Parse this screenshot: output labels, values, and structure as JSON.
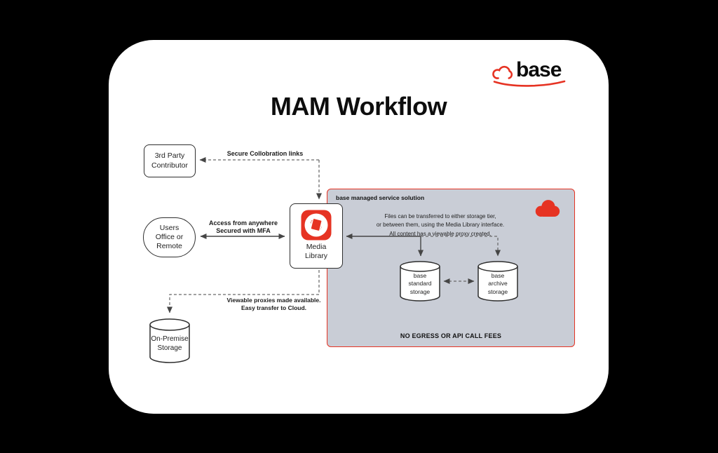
{
  "title": "MAM Workflow",
  "logo": {
    "text": "base"
  },
  "nodes": {
    "third_party": {
      "label": "3rd Party\nContributor"
    },
    "users": {
      "label": "Users\nOffice or\nRemote"
    },
    "on_premise": {
      "label": "On-Premise\nStorage"
    },
    "media_library": {
      "label": "Media\nLibrary"
    },
    "standard_storage": {
      "label": "base\nstandard\nstorage"
    },
    "archive_storage": {
      "label": "base\narchive\nstorage"
    }
  },
  "panel": {
    "title": "base managed service solution",
    "body": "Files can be transferred to either storage tier,\nor between them, using the Media Library interface.\nAll content has a viewable proxy created.",
    "footer": "NO EGRESS OR API CALL FEES"
  },
  "edge_labels": {
    "secure_links": "Secure Collobration links",
    "access": "Access from anywhere\nSecured with MFA",
    "proxies": "Viewable proxies made available.\nEasy transfer to Cloud."
  },
  "colors": {
    "background": "#000000",
    "card": "#ffffff",
    "brand_red": "#e63323",
    "panel_fill": "#c9cdd6",
    "line": "#454545"
  }
}
